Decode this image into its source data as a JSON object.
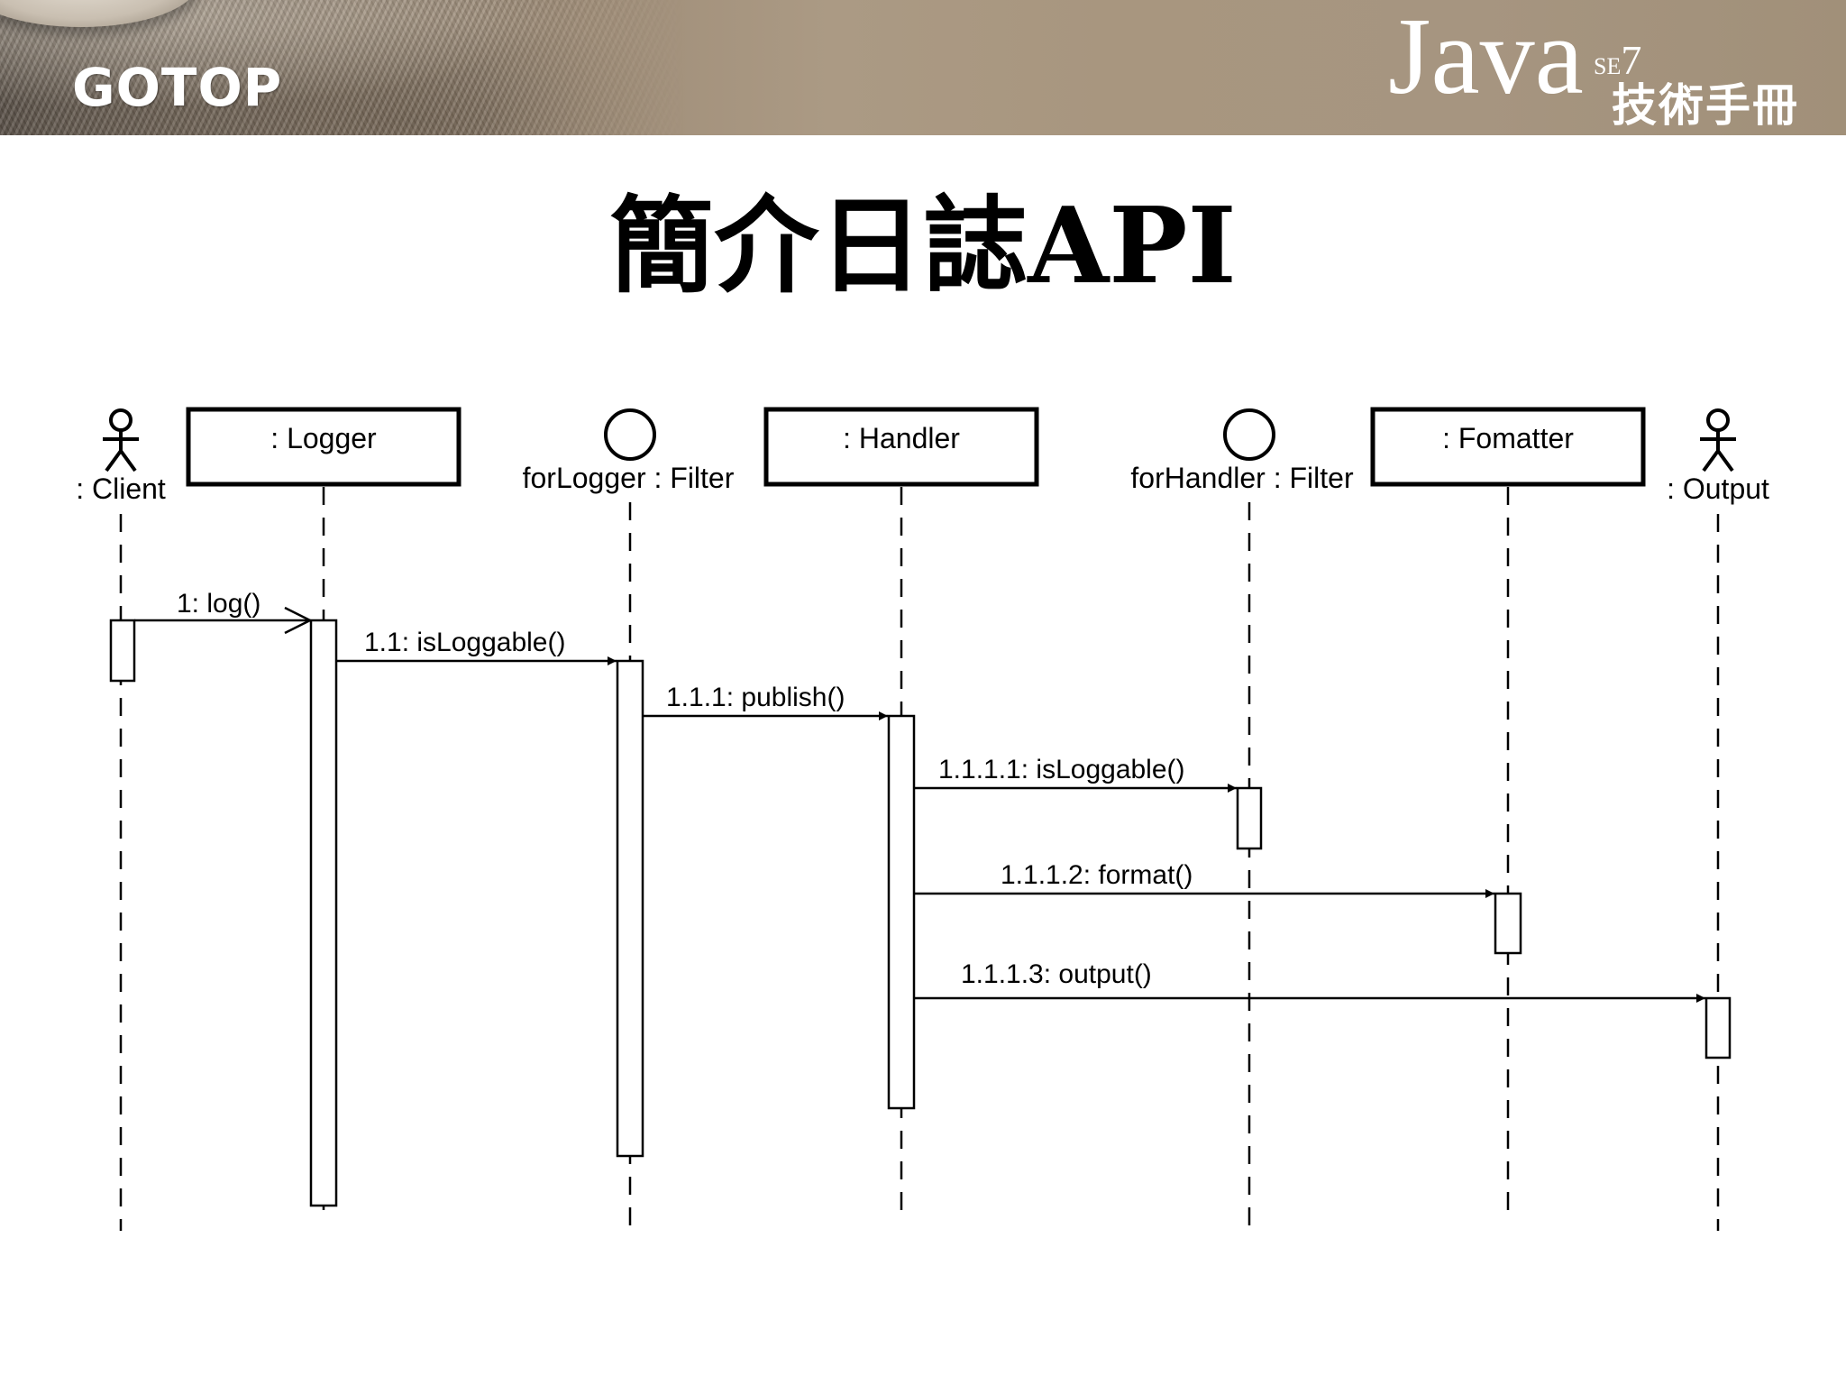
{
  "header": {
    "logo_left": "GOTOP",
    "logo_java": "Java",
    "logo_se": "SE",
    "logo_seven": "7",
    "logo_subtitle": "技術手冊"
  },
  "title": "簡介日誌API",
  "diagram": {
    "lifelines": [
      {
        "name": "client",
        "label": ": Client",
        "kind": "actor"
      },
      {
        "name": "logger",
        "label": ": Logger",
        "kind": "object"
      },
      {
        "name": "for-logger-filter",
        "label": "forLogger : Filter",
        "kind": "interface"
      },
      {
        "name": "handler",
        "label": ": Handler",
        "kind": "object"
      },
      {
        "name": "for-handler-filter",
        "label": "forHandler : Filter",
        "kind": "interface"
      },
      {
        "name": "formatter",
        "label": ": Fomatter",
        "kind": "object"
      },
      {
        "name": "output",
        "label": ": Output",
        "kind": "actor"
      }
    ],
    "messages": [
      {
        "name": "log",
        "label": "1: log()",
        "from": "client",
        "to": "logger"
      },
      {
        "name": "is-loggable",
        "label": "1.1: isLoggable()",
        "from": "logger",
        "to": "for-logger-filter"
      },
      {
        "name": "publish",
        "label": "1.1.1: publish()",
        "from": "for-logger-filter",
        "to": "handler"
      },
      {
        "name": "handler-is-loggable",
        "label": "1.1.1.1: isLoggable()",
        "from": "handler",
        "to": "for-handler-filter"
      },
      {
        "name": "format",
        "label": "1.1.1.2: format()",
        "from": "handler",
        "to": "formatter"
      },
      {
        "name": "output",
        "label": "1.1.1.3: output()",
        "from": "handler",
        "to": "output"
      }
    ]
  }
}
